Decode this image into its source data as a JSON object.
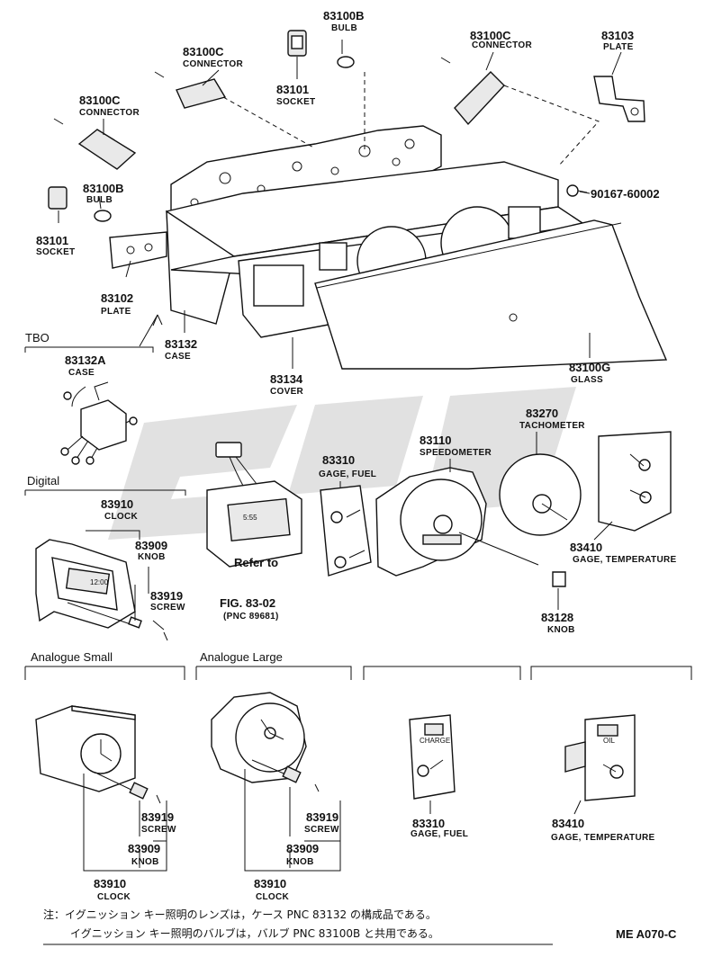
{
  "parts": {
    "p83100b_top": {
      "num": "83100B",
      "name": "BULB"
    },
    "p83100c_top": {
      "num": "83100C",
      "name": "CONNECTOR"
    },
    "p83101_top": {
      "num": "83101",
      "name": "SOCKET"
    },
    "p83100c_right": {
      "num": "83100C",
      "name": "CONNECTOR"
    },
    "p83103": {
      "num": "83103",
      "name": "PLATE"
    },
    "p83100c_left": {
      "num": "83100C",
      "name": "CONNECTOR"
    },
    "p83100b_left": {
      "num": "83100B",
      "name": "BULB"
    },
    "p83101_left": {
      "num": "83101",
      "name": "SOCKET"
    },
    "p90167": {
      "num": "90167-60002"
    },
    "p83102": {
      "num": "83102",
      "name": "PLATE"
    },
    "p83132": {
      "num": "83132",
      "name": "CASE"
    },
    "p83134": {
      "num": "83134",
      "name": "COVER"
    },
    "p83100g": {
      "num": "83100G",
      "name": "GLASS"
    },
    "p83132a": {
      "num": "83132A",
      "name": "CASE"
    },
    "p83310": {
      "num": "83310",
      "name": "GAGE, FUEL"
    },
    "p83110": {
      "num": "83110",
      "name": "SPEEDOMETER"
    },
    "p83270": {
      "num": "83270",
      "name": "TACHOMETER"
    },
    "p83410": {
      "num": "83410",
      "name": "GAGE, TEMPERATURE"
    },
    "p83128": {
      "num": "83128",
      "name": "KNOB"
    },
    "p83910_d": {
      "num": "83910",
      "name": "CLOCK"
    },
    "p83909_d": {
      "num": "83909",
      "name": "KNOB"
    },
    "p83919_d": {
      "num": "83919",
      "name": "SCREW"
    },
    "p83919_as": {
      "num": "83919",
      "name": "SCREW"
    },
    "p83909_as": {
      "num": "83909",
      "name": "KNOB"
    },
    "p83910_as": {
      "num": "83910",
      "name": "CLOCK"
    },
    "p83919_al": {
      "num": "83919",
      "name": "SCREW"
    },
    "p83909_al": {
      "num": "83909",
      "name": "KNOB"
    },
    "p83910_al": {
      "num": "83910",
      "name": "CLOCK"
    },
    "p83310_b": {
      "num": "83310",
      "name": "GAGE, FUEL"
    },
    "p83410_b": {
      "num": "83410",
      "name": "GAGE, TEMPERATURE"
    }
  },
  "sections": {
    "tbo": "TBO",
    "digital": "Digital",
    "analogue_small": "Analogue Small",
    "analogue_large": "Analogue Large"
  },
  "refer": {
    "line1": "Refer to",
    "line2": "FIG. 83-02",
    "line3": "(PNC 89681)"
  },
  "notes": {
    "line1": "注：イグニッション キー照明のレンズは，ケース PNC 83132 の構成品である。",
    "line2": "イグニッション キー照明のバルブは，バルブ PNC 83100B と共用である。"
  },
  "code": "ME A070-C",
  "face_text": {
    "clock_digital": "12:00",
    "lcd_digits": "5:55",
    "charge_label": "CHARGE",
    "oil_label": "OIL"
  },
  "watermark_color": "#c8c8c8"
}
